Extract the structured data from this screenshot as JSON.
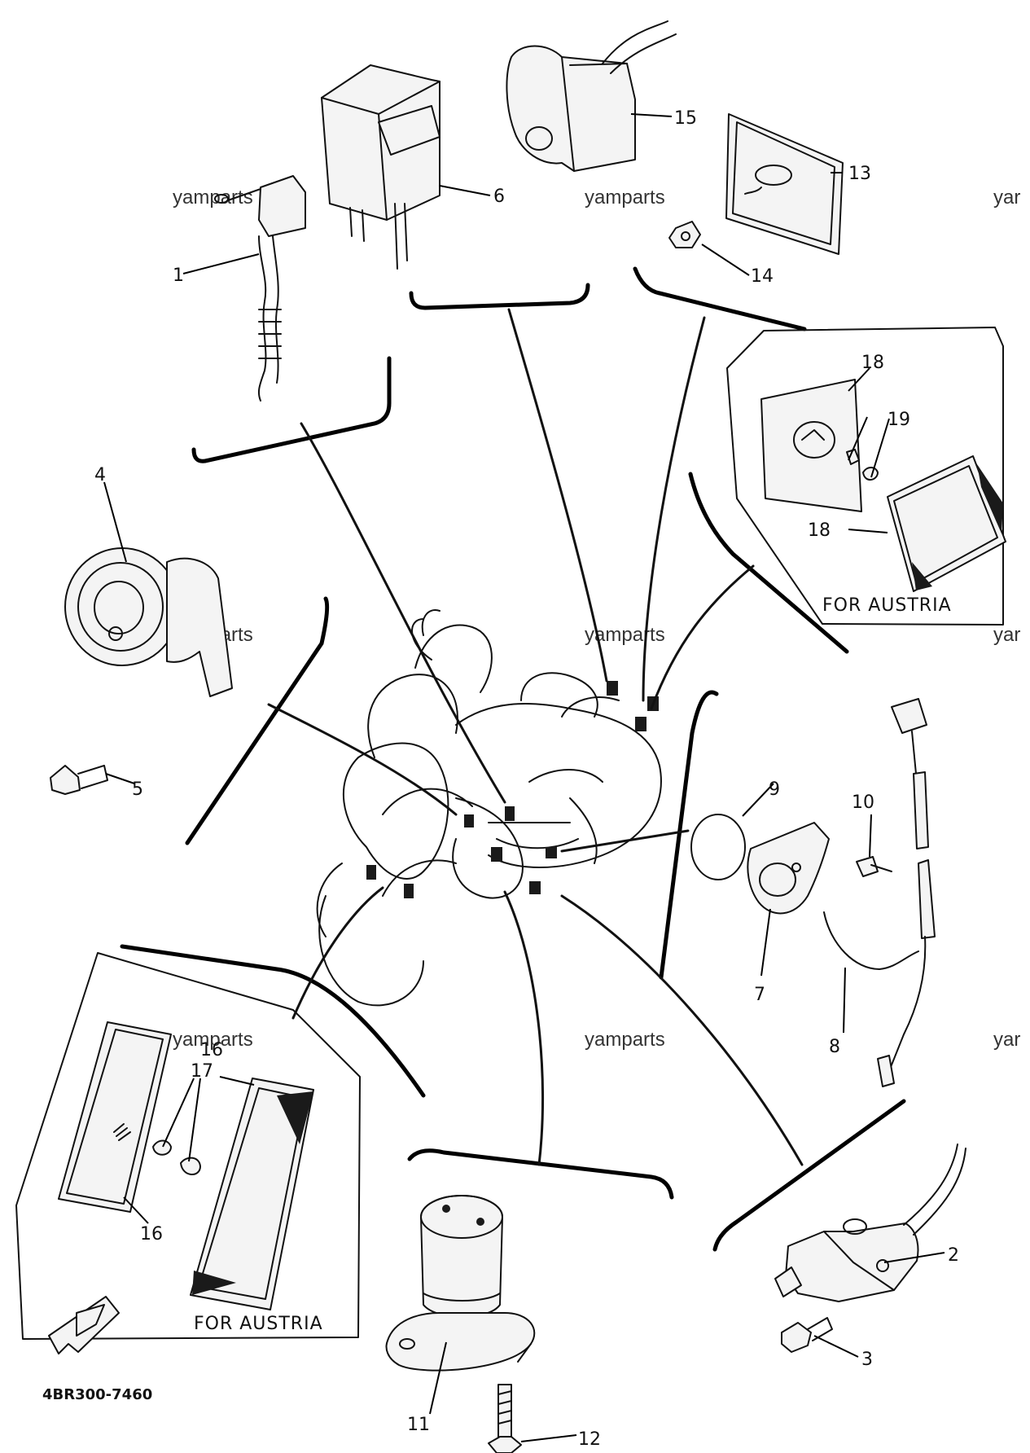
{
  "diagram": {
    "callouts": {
      "c1": "1",
      "c2": "2",
      "c3": "3",
      "c4": "4",
      "c5": "5",
      "c6": "6",
      "c7": "7",
      "c8": "8",
      "c9": "9",
      "c10": "10",
      "c11": "11",
      "c12": "12",
      "c13": "13",
      "c14": "14",
      "c15": "15",
      "c16a": "16",
      "c16b": "16",
      "c17": "17",
      "c18a": "18",
      "c18b": "18",
      "c19": "19"
    },
    "insets": {
      "austria_right": "FOR AUSTRIA",
      "austria_left": "FOR AUSTRIA"
    },
    "watermark": "yamparts",
    "watermark_partial": "yar",
    "diagram_code": "4BR300-7460"
  }
}
